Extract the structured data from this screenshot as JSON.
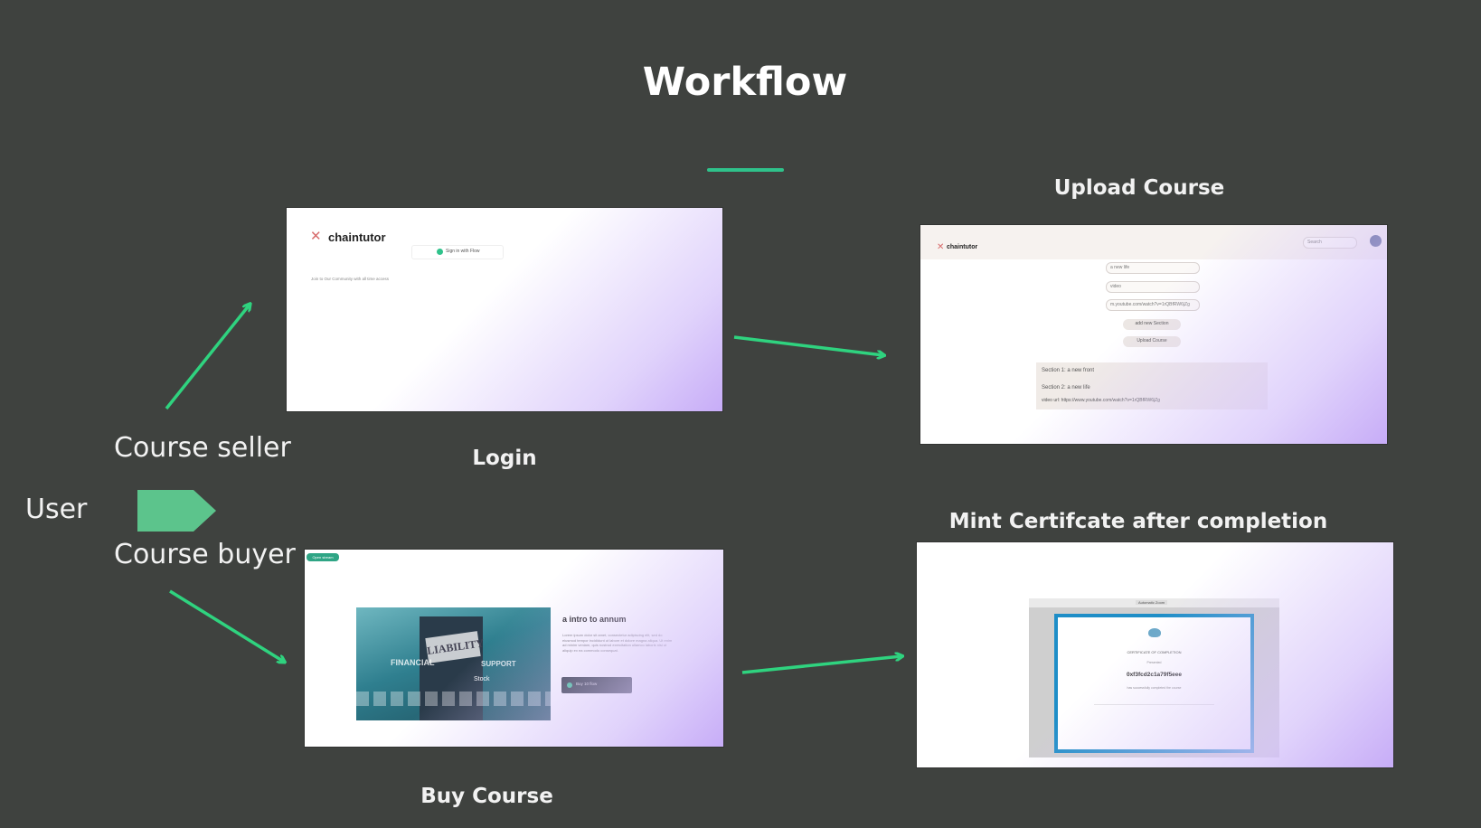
{
  "title": "Workflow",
  "labels": {
    "user": "User",
    "course_seller": "Course seller",
    "course_buyer": "Course buyer",
    "login": "Login",
    "upload_course": "Upload Course",
    "buy_course": "Buy  Course",
    "mint_certificate": "Mint Certifcate after completion"
  },
  "login_shot": {
    "brand": "chaintutor",
    "sign_in": "Sign in with Flow",
    "tagline": "Join to Our Community with all time access"
  },
  "upload_shot": {
    "brand": "chaintutor",
    "search_placeholder": "Search",
    "title_field": "a new life",
    "type_field": "video",
    "url_field": "m.youtube.com/watch?v=1rQBfRW6jZg",
    "add_section": "add new Section",
    "upload_button": "Upload Course",
    "section1": "Section 1: a new front",
    "section2": "Section 2: a new life",
    "video_url": "video url: https://www.youtube.com/watch?v=1rQBfRW6jZg"
  },
  "buy_shot": {
    "badge": "Open stream",
    "course_title": "a intro to annum",
    "description": "Lorem ipsum dolor sit amet, consectetur adipiscing elit, sed do eiusmod tempor incididunt ut labore et dolore magna aliqua. Ut enim ad minim veniam, quis nostrud exercitation ullamco laboris nisi ut aliquip ex ea commodo consequat.",
    "buy_button": "Buy 10 flow",
    "image_word1": "LIABILITY",
    "image_word2": "FINANCIAL",
    "image_word3": "SUPPORT",
    "image_word4": "Stock"
  },
  "cert_shot": {
    "heading": "CERTIFICATE OF COMPLETION",
    "presented": "Presented",
    "address": "0xf3fcd2c1a79f5eee",
    "line": "has successfully completed the course",
    "zoom": "Automatic Zoom"
  },
  "colors": {
    "background": "#3f423f",
    "accent": "#2fc28b",
    "arrow_shape": "#5cc48c",
    "certificate_border": "#1e8ec7"
  }
}
